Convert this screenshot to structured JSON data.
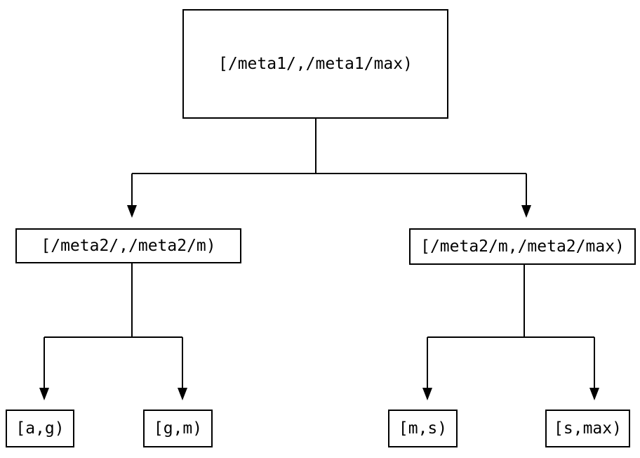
{
  "diagram": {
    "background_color": "#ffffff",
    "line_color": "#000000",
    "text_color": "#000000",
    "nodes": {
      "root": "[/meta1/,/meta1/max)",
      "branch_left": "[/meta2/,/meta2/m)",
      "branch_right": "[/meta2/m,/meta2/max)",
      "leaf_1": "[a,g)",
      "leaf_2": "[g,m)",
      "leaf_3": "[m,s)",
      "leaf_4": "[s,max)"
    },
    "edges": [
      {
        "from": "root",
        "to": "branch_left"
      },
      {
        "from": "root",
        "to": "branch_right"
      },
      {
        "from": "branch_left",
        "to": "leaf_1"
      },
      {
        "from": "branch_left",
        "to": "leaf_2"
      },
      {
        "from": "branch_right",
        "to": "leaf_3"
      },
      {
        "from": "branch_right",
        "to": "leaf_4"
      }
    ]
  }
}
